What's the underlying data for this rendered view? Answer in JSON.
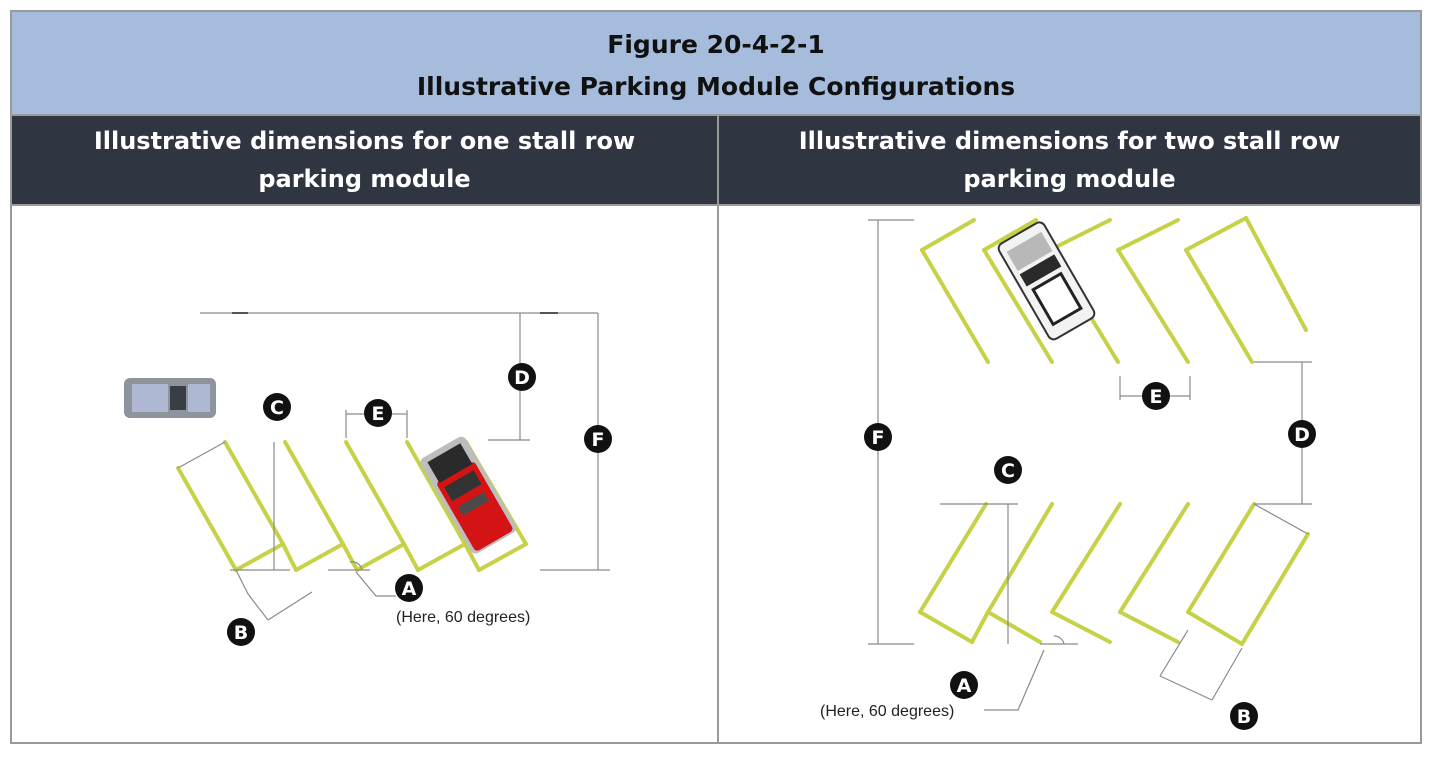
{
  "figure": {
    "number": "Figure 20-4-2-1",
    "title": "Illustrative Parking Module Configurations"
  },
  "columns": {
    "left_header": "Illustrative dimensions for one stall row parking module",
    "right_header": "Illustrative dimensions for two stall row parking module"
  },
  "left_diagram": {
    "markers": {
      "A": "A",
      "B": "B",
      "C": "C",
      "D": "D",
      "E": "E",
      "F": "F"
    },
    "angle_note": "(Here, 60 degrees)"
  },
  "right_diagram": {
    "markers": {
      "A": "A",
      "B": "B",
      "C": "C",
      "D": "D",
      "E": "E",
      "F": "F"
    },
    "angle_note": "(Here, 60 degrees)"
  },
  "colors": {
    "title_band": "#a6bcdc",
    "header_band": "#2f3642",
    "stall_lines": "#c7d147",
    "red_car": "#d41414"
  }
}
